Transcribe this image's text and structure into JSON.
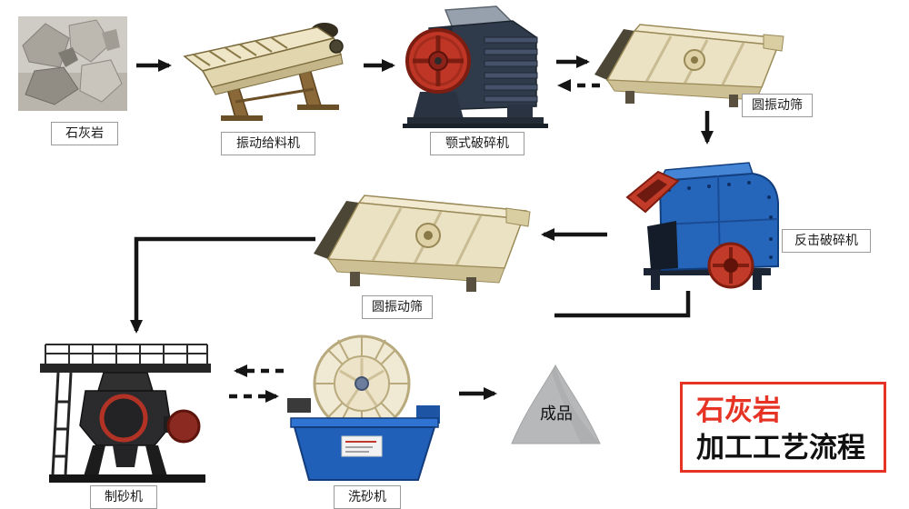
{
  "diagram": {
    "nodes": {
      "limestone": {
        "label": "石灰岩"
      },
      "vibrating_feeder": {
        "label": "振动给料机"
      },
      "jaw_crusher": {
        "label": "颚式破碎机"
      },
      "circular_screen_top": {
        "label": "圆振动筛"
      },
      "impact_crusher": {
        "label": "反击破碎机"
      },
      "circular_screen_mid": {
        "label": "圆振动筛"
      },
      "sand_maker": {
        "label": "制砂机"
      },
      "sand_washer": {
        "label": "洗砂机"
      },
      "finished_product": {
        "label": "成品"
      }
    },
    "title": {
      "line1": "石灰岩",
      "line2": "加工工艺流程"
    },
    "colors": {
      "accent_red": "#e63323",
      "machine_cream": "#ebe2c4",
      "machine_blue": "#2565ba",
      "machine_dark": "#2f3a4a",
      "product_gray": "#b7b8ba",
      "arrow_black": "#151515"
    }
  }
}
